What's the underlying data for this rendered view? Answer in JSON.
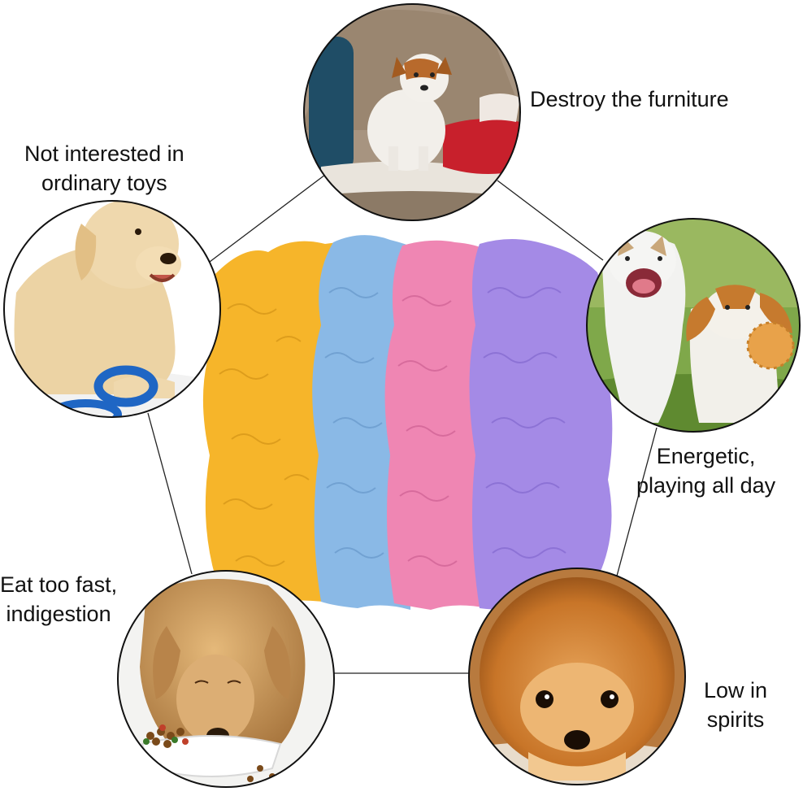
{
  "captions": {
    "top": "Destroy the furniture",
    "left_top_line1": "Not interested in",
    "left_top_line2": "ordinary toys",
    "right_line1": "Energetic,",
    "right_line2": "playing all day",
    "left_bottom_line1": "Eat too fast,",
    "left_bottom_line2": "indigestion",
    "right_bottom_line1": "Low in",
    "right_bottom_line2": "spirits"
  },
  "colors": {
    "mat_yellow": "#f6b52a",
    "mat_blue": "#8ab9e6",
    "mat_pink": "#ef86b3",
    "mat_purple": "#a48ae6",
    "line": "#222222"
  },
  "photos": [
    {
      "subject": "dog-on-sofa-photo"
    },
    {
      "subject": "labrador-with-ring-toy-photo"
    },
    {
      "subject": "two-playing-dogs-photo"
    },
    {
      "subject": "golden-retriever-eating-photo"
    },
    {
      "subject": "pomeranian-photo"
    }
  ]
}
